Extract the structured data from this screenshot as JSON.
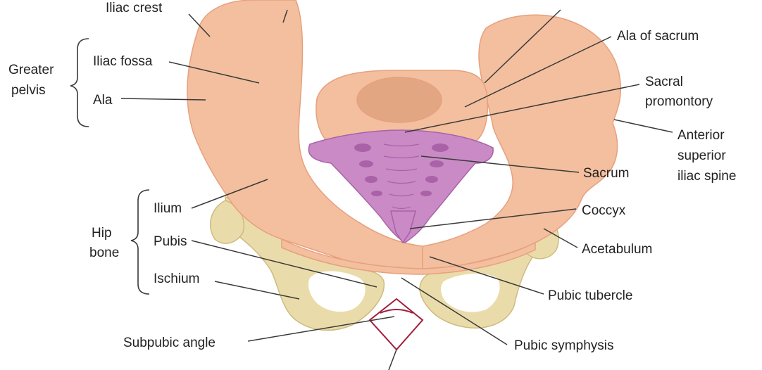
{
  "colors": {
    "bone": "#f3bf9e",
    "bone_edge": "#e7a07e",
    "bone_shadow": "#e3a683",
    "sacrum": "#c98ac6",
    "sacrum_dark": "#a962a7",
    "hip_lower": "#eadcaa",
    "hip_lower_edge": "#cdbb7f",
    "angle_mark": "#a01e3c"
  },
  "labels": {
    "iliac_crest": "Iliac crest",
    "greater_pelvis": [
      "Greater",
      "pelvis"
    ],
    "iliac_fossa": "Iliac fossa",
    "ala": "Ala",
    "hip_bone": [
      "Hip",
      "bone"
    ],
    "ilium": "Ilium",
    "pubis": "Pubis",
    "ischium": "Ischium",
    "subpubic_angle": "Subpubic angle",
    "ala_of_sacrum": "Ala of sacrum",
    "sacral_promontory": [
      "Sacral",
      "promontory"
    ],
    "asis": [
      "Anterior",
      "superior",
      "iliac spine"
    ],
    "sacrum": "Sacrum",
    "coccyx": "Coccyx",
    "acetabulum": "Acetabulum",
    "pubic_tubercle": "Pubic tubercle",
    "pubic_symphysis": "Pubic symphysis"
  }
}
